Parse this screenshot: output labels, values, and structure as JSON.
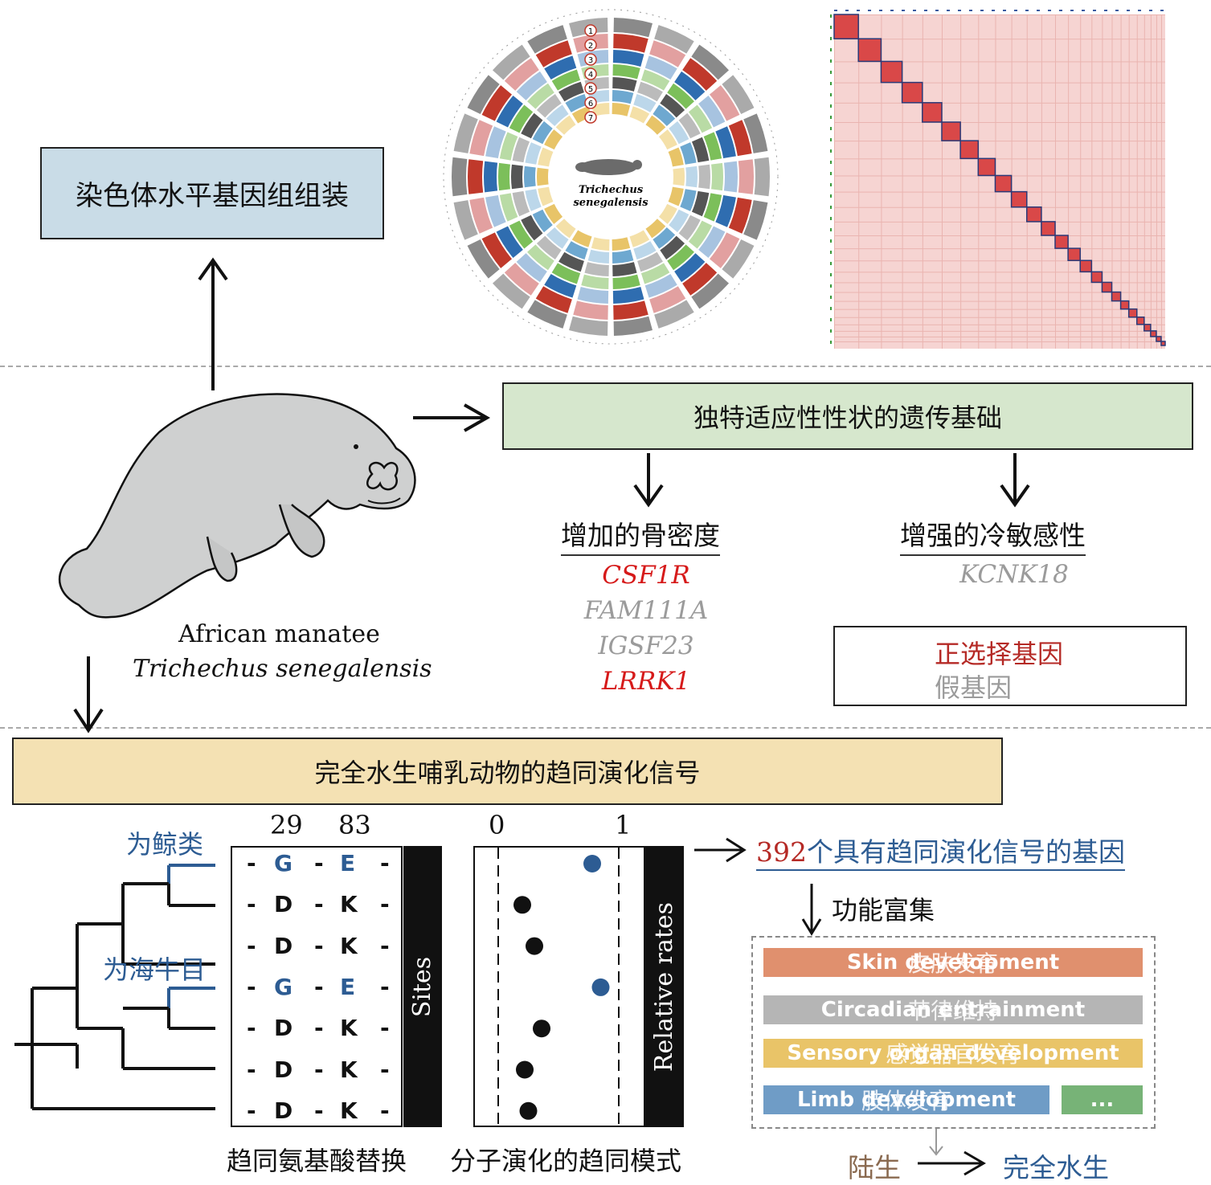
{
  "top": {
    "assembly_label": "染色体水平基因组组装",
    "circos_text_1": "Trichechus",
    "circos_text_2": "senegalensis",
    "ring_numbers": [
      "1",
      "2",
      "3",
      "4",
      "5",
      "6",
      "7"
    ]
  },
  "animal": {
    "common_name": "African manatee",
    "latin_name": "Trichechus senegalensis"
  },
  "adaptive": {
    "title": "独特适应性性状的遗传基础",
    "bone": {
      "heading": "增加的骨密度",
      "genes": [
        {
          "name": "CSF1R",
          "color": "#d61a1a"
        },
        {
          "name": "FAM111A",
          "color": "#9b9b9b"
        },
        {
          "name": "IGSF23",
          "color": "#9b9b9b"
        },
        {
          "name": "LRRK1",
          "color": "#d61a1a"
        }
      ]
    },
    "cold": {
      "heading": "增强的冷敏感性",
      "genes": [
        {
          "name": "KCNK18",
          "color": "#9b9b9b"
        }
      ]
    },
    "legend": {
      "positive": "正选择基因",
      "pseudo": "假基因"
    }
  },
  "convergence": {
    "title": "完全水生哺乳动物的趋同演化信号",
    "cetacean_label": "为鲸类",
    "sirenian_label": "为海牛目",
    "site_numbers": [
      "29",
      "83"
    ],
    "sites_label": "Sites",
    "rows": [
      {
        "a": "G",
        "b": "E",
        "conv": true
      },
      {
        "a": "D",
        "b": "K",
        "conv": false
      },
      {
        "a": "D",
        "b": "K",
        "conv": false
      },
      {
        "a": "G",
        "b": "E",
        "conv": true
      },
      {
        "a": "D",
        "b": "K",
        "conv": false
      },
      {
        "a": "D",
        "b": "K",
        "conv": false
      },
      {
        "a": "D",
        "b": "K",
        "conv": false
      }
    ],
    "rate_axis": [
      "0",
      "1"
    ],
    "rates_label": "Relative rates",
    "rates": [
      0.78,
      0.2,
      0.3,
      0.85,
      0.36,
      0.22,
      0.25
    ],
    "substitution_caption": "趋同氨基酸替换",
    "pattern_caption": "分子演化的趋同模式",
    "gene_count": "392",
    "gene_count_text": "个具有趋同演化信号的基因",
    "enrichment_label": "功能富集",
    "enrichment": [
      {
        "en": "Skin development",
        "cn": "皮肤发育",
        "color": "#e0906e"
      },
      {
        "en": "Circadian entrainment",
        "cn": "节律维持",
        "color": "#b5b5b5"
      },
      {
        "en": "Sensory organ development",
        "cn": "感觉器官发育",
        "color": "#e9c468"
      },
      {
        "en": "Limb development",
        "cn": "肢体发育",
        "color": "#6f9cc6"
      },
      {
        "en": "...",
        "cn": "",
        "color": "#77b377"
      }
    ],
    "terrestrial": "陆生",
    "aquatic": "完全水生"
  }
}
